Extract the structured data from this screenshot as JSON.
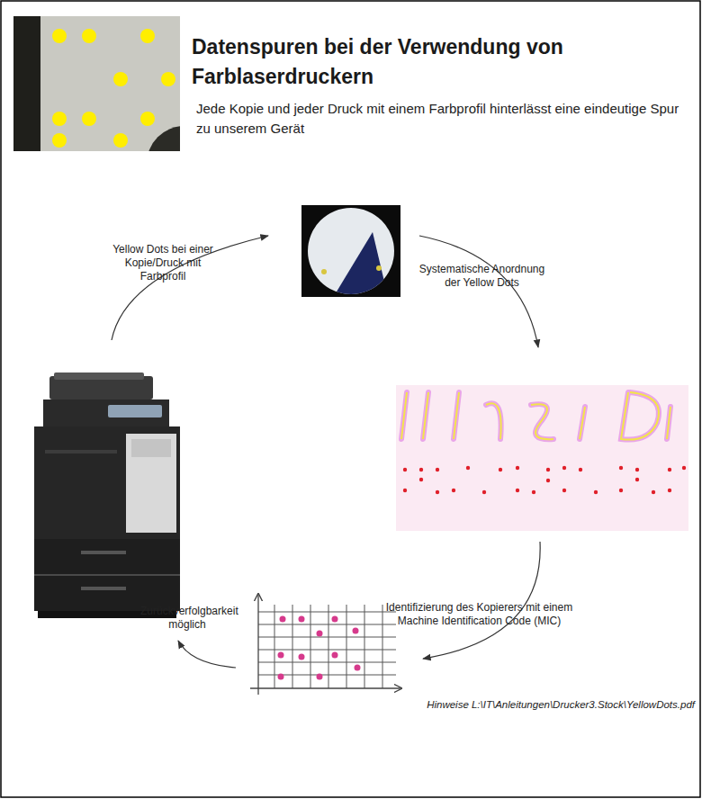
{
  "diagram": {
    "title": "Datenspuren bei der Verwendung von Farblaserdruckern",
    "labels": [
      "Jede Kopie und jeder Druck mit einem Farbprofil hinterlässt eine eindeutige Spur zu unserem Gerät",
      "Yellow Dots bei einer Kopie/Druck mit Farbprofil",
      "Systematische Anordnung der Yellow Dots",
      "Identifizierung des Kopierers mit einem Machine Identification Code (MIC)",
      "Zurückverfolgbarkeit möglich",
      "Hinweise L:\\IT\\Anleitungen\\Drucker3.Stock\\YellowDots.pdf"
    ]
  }
}
